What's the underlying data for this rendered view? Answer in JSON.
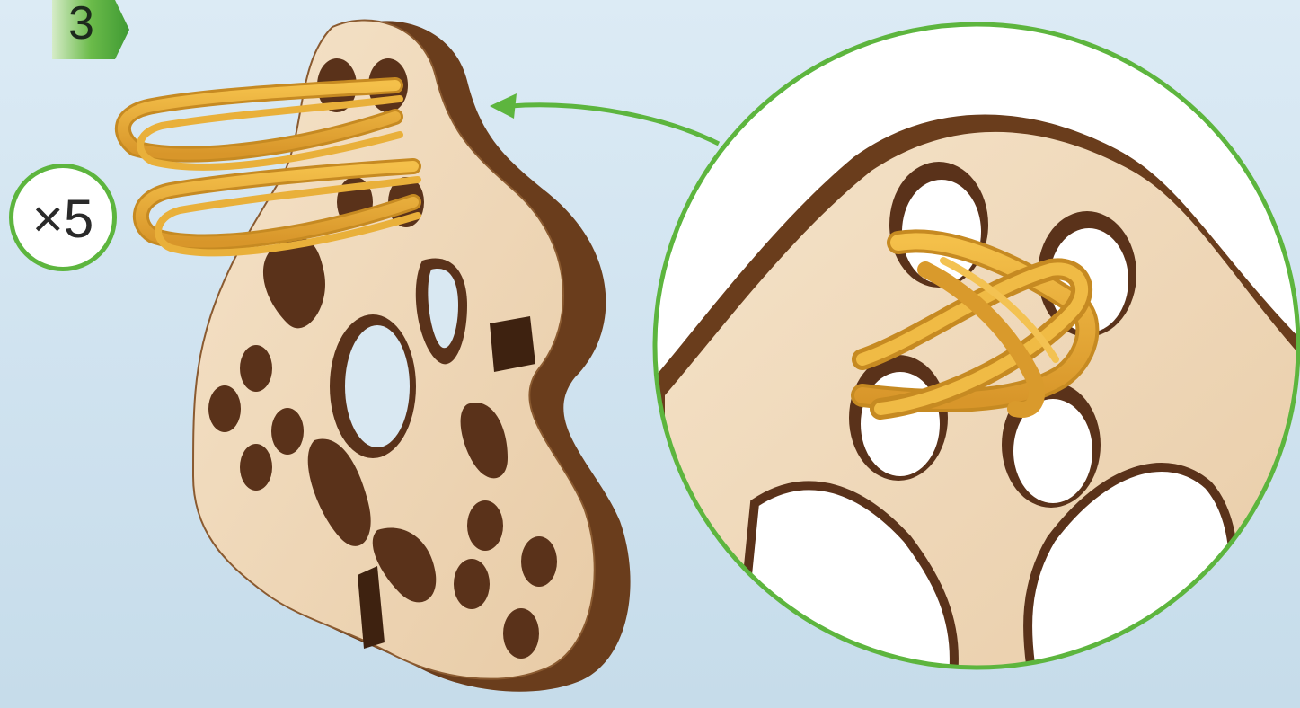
{
  "step": {
    "number": "3"
  },
  "quantity_badge": {
    "text": "×5"
  },
  "colors": {
    "accent_green": "#5db53e",
    "wood_face": "#f0d9bc",
    "wood_edge": "#7a4a25",
    "rubber_band": "#e8ac32",
    "background": "#d3e5f1"
  },
  "icons": [
    "arrow-icon",
    "zoom-circle"
  ]
}
